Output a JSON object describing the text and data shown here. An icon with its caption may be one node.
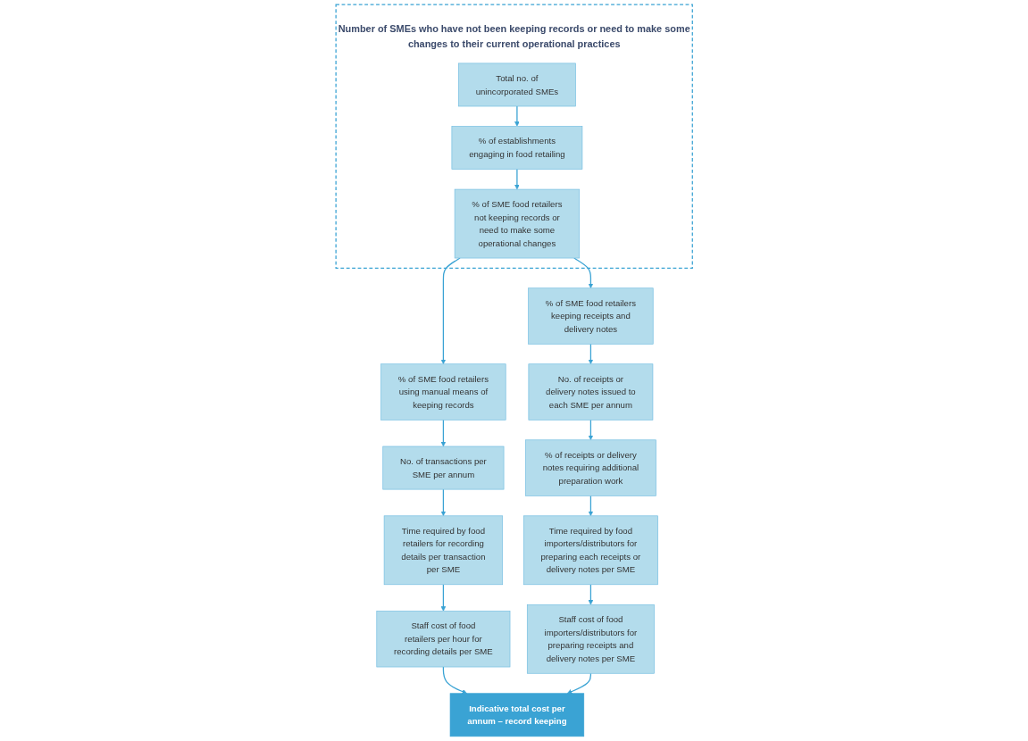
{
  "diagram": {
    "nodes": [
      {
        "text": [
          "Number of SMEs who have not been keeping records or need to make some changes to their current operational practices"
        ]
      },
      {
        "text": [
          "Total no. of unincorporated SMEs"
        ],
        "in": 0
      },
      {
        "text": [
          "% of establishments engaging in food retailing"
        ],
        "in": 0
      },
      {
        "text": [
          "% of SME food retailers not keeping records or need to make some operational changes"
        ],
        "in": 0
      },
      {
        "text": [
          "% of SME food retailers using manual means of keeping records"
        ]
      },
      {
        "text": [
          "No. of transactions per SME per annum"
        ]
      },
      {
        "text": [
          "Time required by food retailers for recording details per transaction per SME"
        ]
      },
      {
        "text": [
          "Staff cost of food retailers per hour for recording details per SME"
        ]
      },
      {
        "text": [
          "% of SME food retailers keeping receipts and delivery notes"
        ]
      },
      {
        "text": [
          "No. of receipts or delivery notes issued to each SME per annum"
        ]
      },
      {
        "text": [
          "% of receipts or delivery notes requiring additional preparation work"
        ]
      },
      {
        "text": [
          "Time required by food importers/distributors for preparing each receipts or delivery notes per SME"
        ]
      },
      {
        "text": [
          "Staff cost of food importers/distributors for preparing receipts and delivery notes per SME"
        ]
      },
      {
        "text": [
          "Indicative total cost per annum – record keeping"
        ]
      }
    ],
    "edges": [
      {
        "from": 1,
        "to": 2,
        "arrow": "to"
      },
      {
        "from": 2,
        "to": 3,
        "arrow": "to"
      },
      {
        "from": 3,
        "to": 4,
        "arrow": "to"
      },
      {
        "from": 3,
        "to": 8,
        "arrow": "to"
      },
      {
        "from": 4,
        "to": 5,
        "arrow": "to"
      },
      {
        "from": 5,
        "to": 6,
        "arrow": "to"
      },
      {
        "from": 6,
        "to": 7,
        "arrow": "to"
      },
      {
        "from": 8,
        "to": 9,
        "arrow": "to"
      },
      {
        "from": 9,
        "to": 10,
        "arrow": "to"
      },
      {
        "from": 10,
        "to": 11,
        "arrow": "to"
      },
      {
        "from": 11,
        "to": 12,
        "arrow": "to"
      },
      {
        "from": 7,
        "to": 13,
        "arrow": "to"
      },
      {
        "from": 12,
        "to": 13,
        "arrow": "to"
      }
    ]
  }
}
